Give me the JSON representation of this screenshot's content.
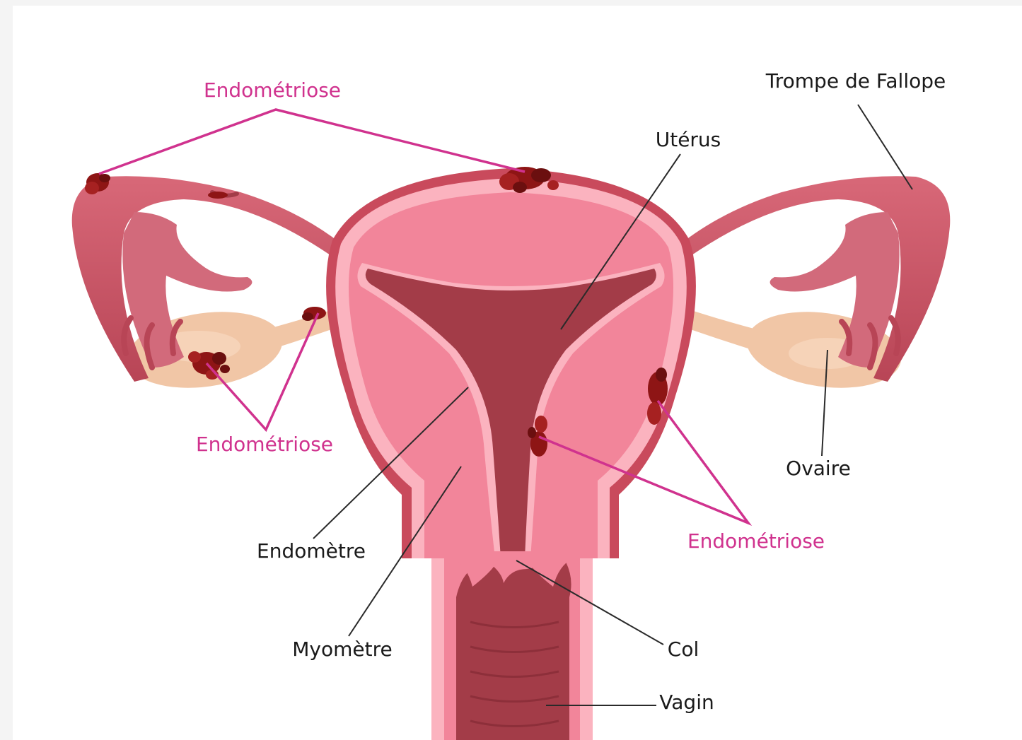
{
  "labels": {
    "endometriosis_top": "Endométriose",
    "endometriosis_left": "Endométriose",
    "endometriosis_right": "Endométriose",
    "fallopian_tube": "Trompe de Fallope",
    "uterus": "Utérus",
    "ovary": "Ovaire",
    "endometrium": "Endomètre",
    "myometrium": "Myomètre",
    "cervix": "Col",
    "vagina": "Vagin"
  },
  "colors": {
    "endometriosis_label": "#d0328e",
    "label_text": "#1a1a1a",
    "uterus_outer": "#c94a5c",
    "myometrium": "#f2859a",
    "endometrium": "#fbb3bf",
    "cavity": "#a33c48",
    "ovary": "#f1c6a6",
    "lesion": "#8e1515"
  }
}
